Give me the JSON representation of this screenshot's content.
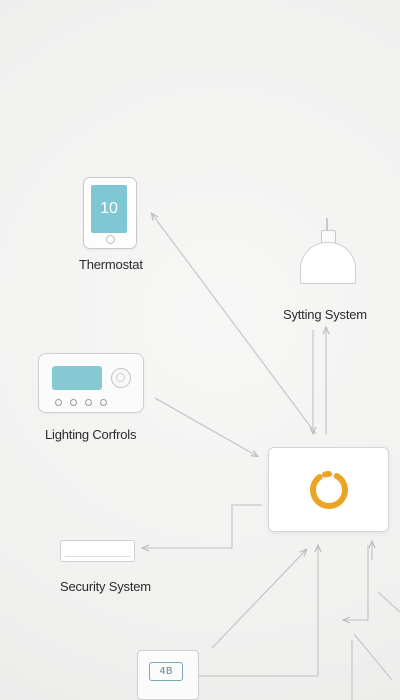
{
  "devices": {
    "thermostat": {
      "label": "Thermostat",
      "screen_value": "10"
    },
    "lighting_system": {
      "label": "Sytting System"
    },
    "lighting_controls": {
      "label": "Lighting Corfrols"
    },
    "security_system": {
      "label": "Security System"
    },
    "small_device": {
      "screen_text": "4B"
    }
  },
  "colors": {
    "background": "#f3f3f2",
    "wire": "#c7c7c7",
    "screen_teal": "#7fc7d4",
    "hub_ring_orange": "#eba526"
  },
  "icons": {
    "tablet": "tablet-icon",
    "lamp": "pendant-lamp-icon",
    "panel": "control-panel-icon",
    "strip": "sensor-strip-icon",
    "hub": "hub-ring-icon"
  }
}
